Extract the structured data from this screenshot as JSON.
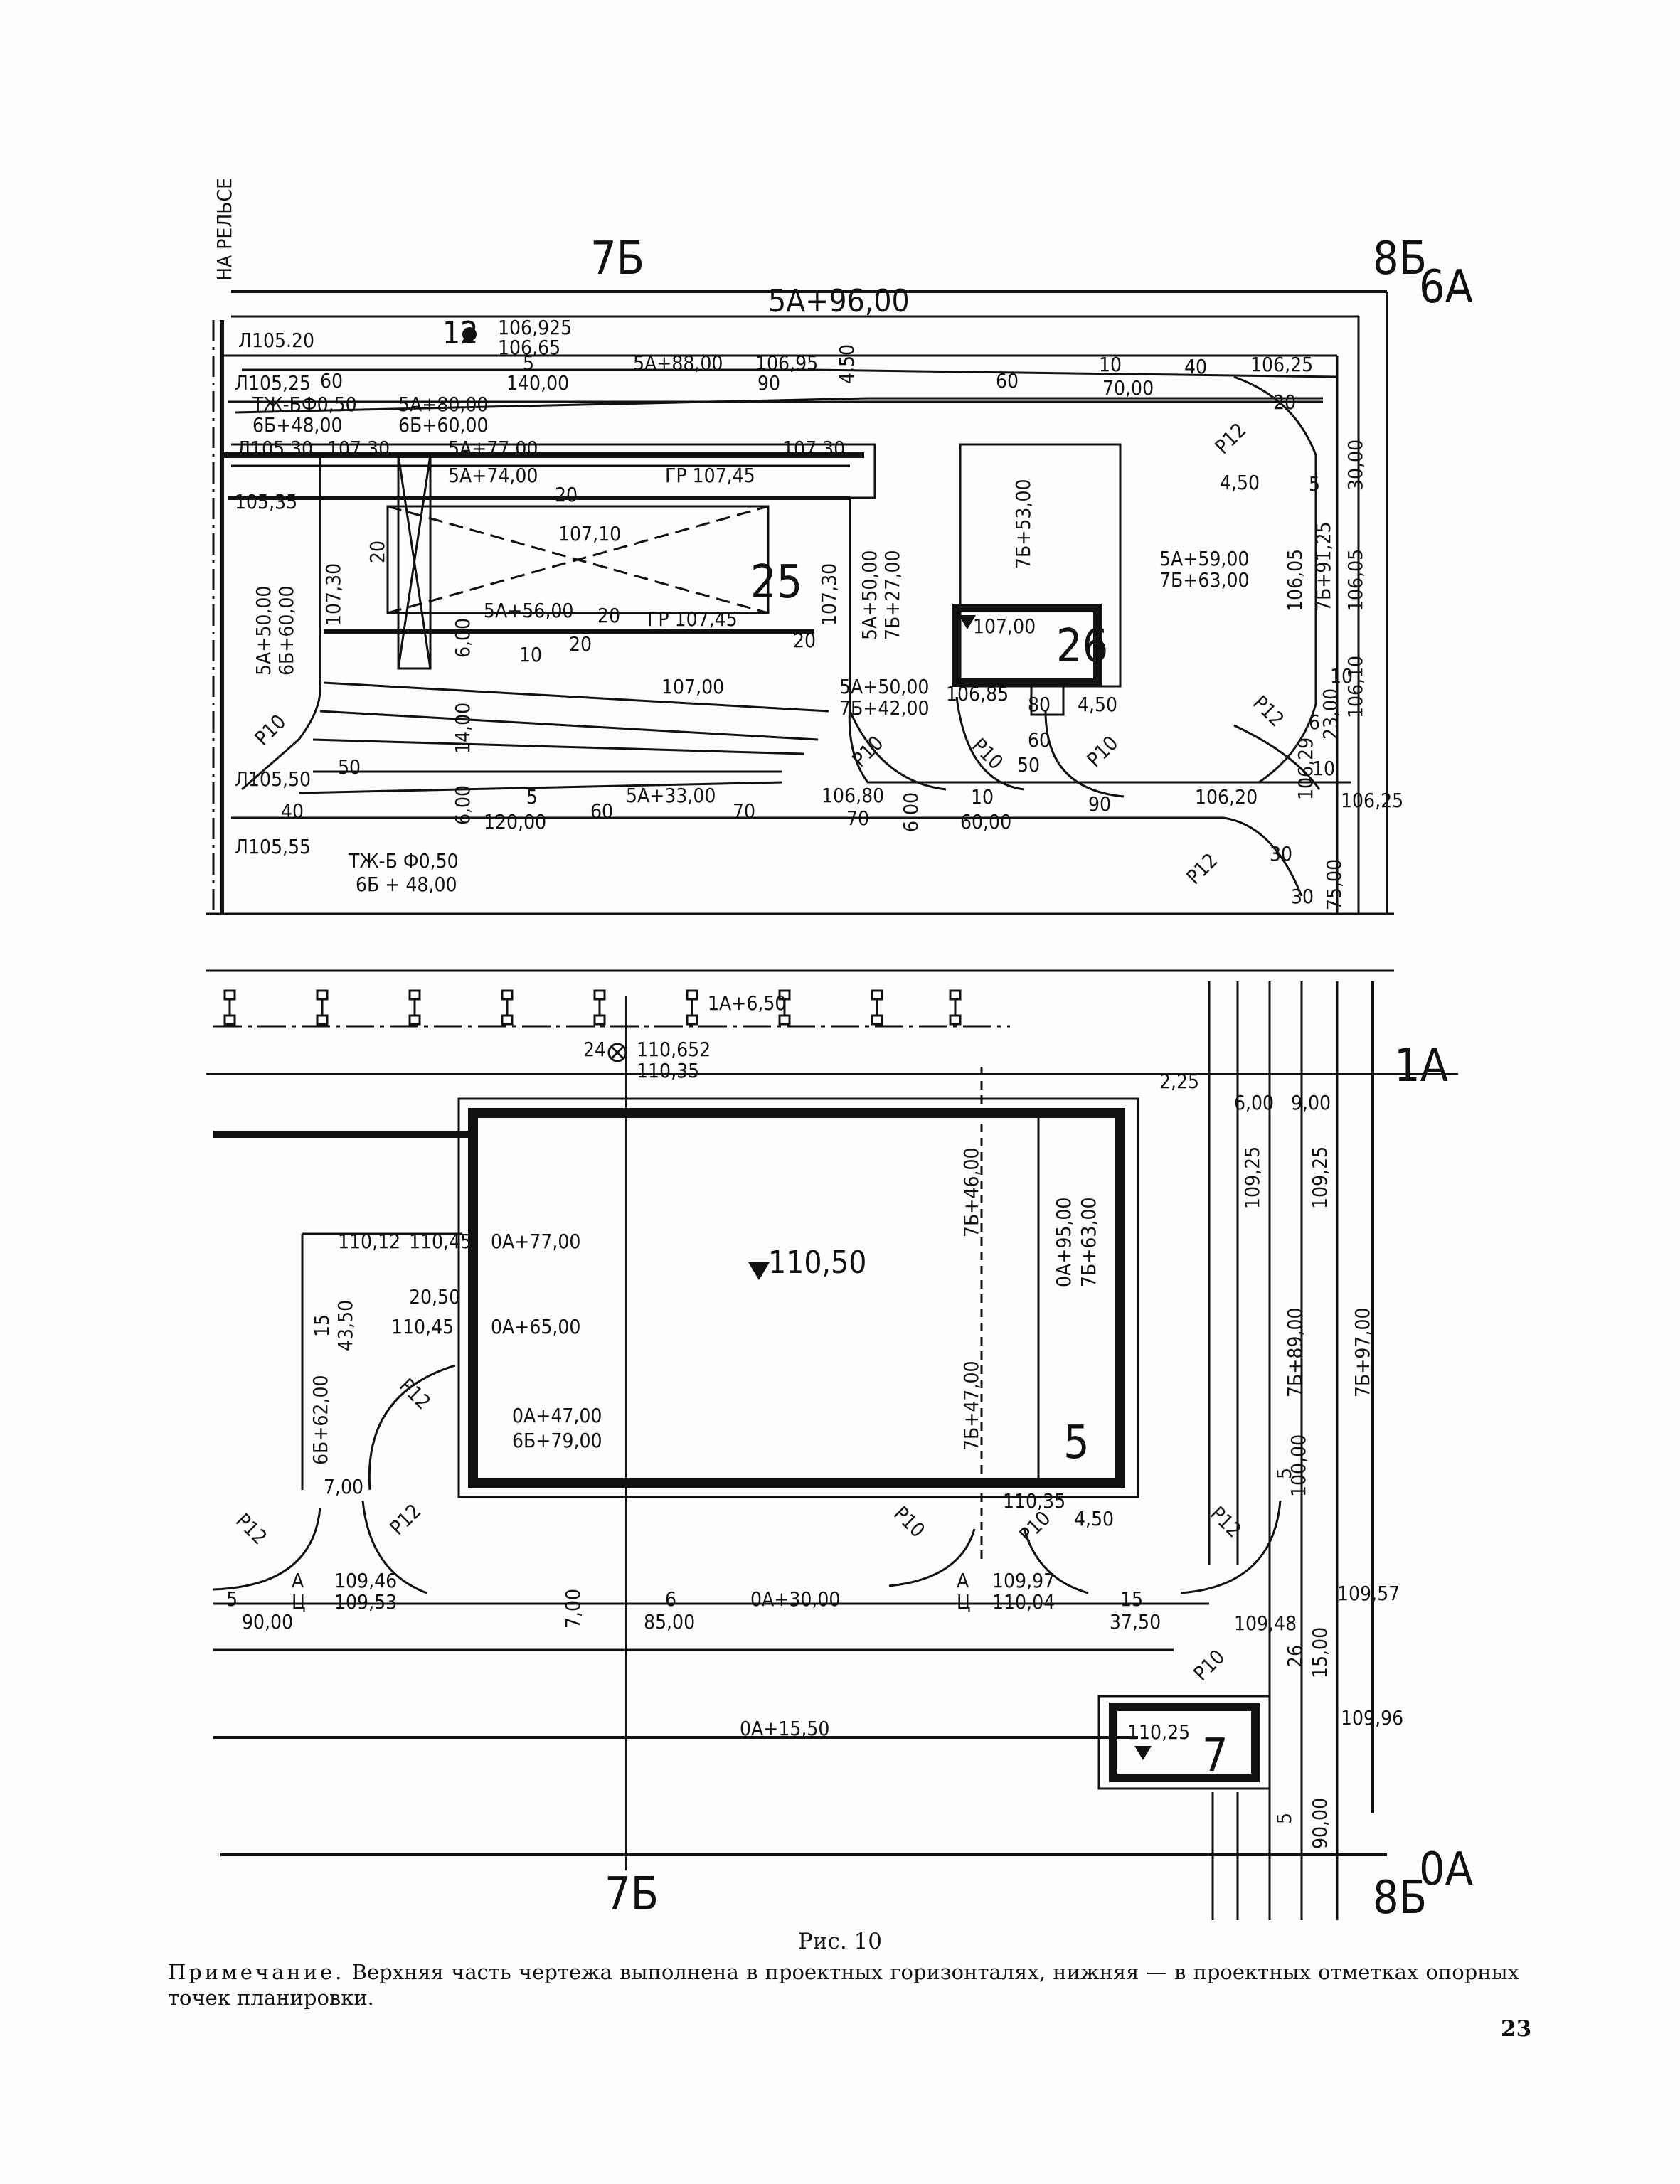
{
  "upper_plan": {
    "grid": {
      "top_center": "7Б",
      "top_right_1": "8Б",
      "top_right_2": "6А",
      "side_label": "НА РЕЛЬСЕ"
    },
    "road_labels": {
      "top_road": "5А+96,00",
      "mark_12": "12",
      "mark_12_top": "106,925",
      "mark_12_bottom": "106,65",
      "road2_a": "5А+88,00",
      "road2_b": "106,95",
      "road2_c": "140,00",
      "road2_d": "4,50",
      "road2_e": "10",
      "road2_f": "70,00",
      "road2_g": "106,25",
      "l105_20": "Л105.20",
      "l105_25": "Л105,25",
      "tzh_1": "ТЖ-БФ0,50",
      "tzh_1_sub": "6Б+48,00",
      "a80": "5А+80,00",
      "b60": "6Б+60,00",
      "l105_30": "Л105,30",
      "h107_30a": "107,30",
      "a77": "5А+77,00",
      "h107_30b": "107,30",
      "a74": "5А+74,00",
      "gr1": "ГР 107,45",
      "h105_35": "105,35",
      "h107_10": "107,10",
      "b25": "25",
      "a56": "5А+56,00",
      "gr2": "ГР 107,45",
      "h107_30c": "107,30",
      "h107_30d": "107,30",
      "a50_left": "5А+50,00",
      "b60_left": "6Б+60,00",
      "a50_mid": "5А+50,00",
      "b27": "7Б+27,00",
      "h107_00": "107,00",
      "a50_b": "5А+50,00",
      "b42": "7Б+42,00",
      "h106_85": "106,85",
      "b53": "7Б+53,00",
      "b26": "26",
      "h107_00b": "107,00",
      "a59": "5А+59,00",
      "b63": "7Б+63,00",
      "h106_05a": "106,05",
      "h106_05b": "106,05",
      "b91": "7Б+91,25",
      "h106_10": "106,10",
      "h106_29": "106,29",
      "h106_25": "106,25",
      "h106_20": "106,20",
      "h106_80": "106,80",
      "a33": "5А+33,00",
      "d120": "120,00",
      "d60": "60,00",
      "l105_50": "Л105,50",
      "l105_55": "Л105,55",
      "tzh_2": "ТЖ-Б Ф0,50",
      "tzh_2_sub": "6Б + 48,00",
      "d75": "75,00",
      "d4_50": "4,50",
      "d4_50b": "4,50",
      "d14": "14,00",
      "d6": "6,00",
      "d6b": "6,00",
      "d6c": "6,00",
      "d30": "30,00",
      "d23": "23,00"
    },
    "small_numbers": [
      "60",
      "40",
      "20",
      "20",
      "20",
      "20",
      "10",
      "20",
      "5",
      "50",
      "40",
      "70",
      "60",
      "70",
      "10",
      "50",
      "60",
      "80",
      "90",
      "5",
      "6",
      "10",
      "30",
      "20",
      "60",
      "90",
      "5",
      "10",
      "30"
    ],
    "radii": [
      "Р10",
      "Р10",
      "Р10",
      "Р10",
      "Р12",
      "Р12",
      "Р12"
    ]
  },
  "lower_plan": {
    "grid": {
      "right_top": "1А",
      "bottom_center": "7Б",
      "bottom_right_1": "8Б",
      "bottom_right_2": "0А"
    },
    "labels": {
      "lamp_line": "1А+6,50",
      "mark_24": "24",
      "mark_24_top": "110,652",
      "mark_24_bottom": "110,35",
      "d2_25": "2,25",
      "d6_00": "6,00",
      "d9_00": "9,00",
      "h109_25a": "109,25",
      "h109_25b": "109,25",
      "b46": "7Б+46,00",
      "a95": "0А+95,00",
      "b63_2": "7Б+63,00",
      "h110_50": "110,50",
      "h110_12": "110,12",
      "h110_45a": "110,45",
      "a77_2": "0А+77,00",
      "d20_50": "20,50",
      "d15": "15",
      "d43_50": "43,50",
      "h110_45b": "110,45",
      "a65": "0А+65,00",
      "b89": "7Б+89,00",
      "b97": "7Б+97,00",
      "b62": "6Б+62,00",
      "a47": "0А+47,00",
      "b79": "6Б+79,00",
      "b47": "7Б+47,00",
      "b5": "5",
      "d100": "100,00",
      "d7_00": "7,00",
      "h110_35": "110,35",
      "d4_50_2": "4,50",
      "h109_46": "109,46",
      "h109_53": "109,53",
      "a_left": "А",
      "ts_left": "Ц",
      "d5": "5",
      "d90": "90,00",
      "d7_00b": "7,00",
      "d6_2": "6",
      "d85": "85,00",
      "a30": "0А+30,00",
      "a_mid": "А",
      "ts_mid": "Ц",
      "h109_97": "109,97",
      "h110_04": "110,04",
      "d15_2": "15",
      "d37_50": "37,50",
      "h109_57": "109,57",
      "h109_48": "109,48",
      "d26": "26",
      "d15_00": "15,00",
      "h109_96": "109,96",
      "a15_50": "0А+15,50",
      "h110_25": "110,25",
      "b7": "7",
      "d90_00": "90,00",
      "d5_2": "5",
      "d5_3": "5"
    },
    "radii": [
      "Р12",
      "Р12",
      "Р12",
      "Р10",
      "Р10",
      "Р12",
      "Р10"
    ]
  },
  "figure_caption": "Рис. 10",
  "note": {
    "lead": "Примечание.",
    "text": "Верхняя часть чертежа выполнена в проектных горизонталях, нижняя — в проектных отметках опорных точек планировки."
  },
  "page_number": "23"
}
